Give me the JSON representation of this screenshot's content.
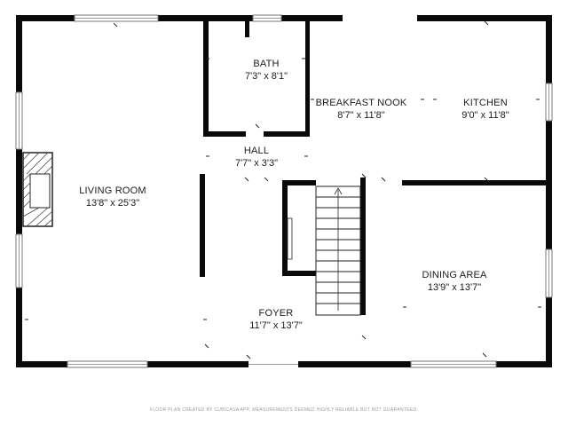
{
  "rooms": [
    {
      "key": "living_room",
      "name": "LIVING ROOM",
      "dim": "13'8\" x 25'3\""
    },
    {
      "key": "bath",
      "name": "BATH",
      "dim": "7'3\" x 8'1\""
    },
    {
      "key": "breakfast_nook",
      "name": "BREAKFAST NOOK",
      "dim": "8'7\" x 11'8\""
    },
    {
      "key": "kitchen",
      "name": "KITCHEN",
      "dim": "9'0\" x 11'8\""
    },
    {
      "key": "hall",
      "name": "HALL",
      "dim": "7'7\" x 3'3\""
    },
    {
      "key": "dining_area",
      "name": "DINING AREA",
      "dim": "13'9\" x 13'7\""
    },
    {
      "key": "foyer",
      "name": "FOYER",
      "dim": "11'7\" x 13'7\""
    }
  ],
  "footer": "FLOOR PLAN CREATED BY CUBICASA APP. MEASUREMENTS DEEMED HIGHLY RELIABLE BUT NOT GUARANTEED."
}
